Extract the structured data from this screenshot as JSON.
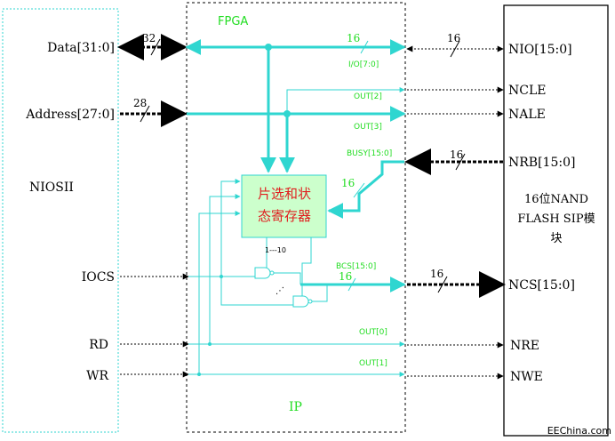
{
  "blocks": {
    "niosii": "NIOSII",
    "fpga": "FPGA",
    "ip": "IP",
    "register_line1": "片选和状",
    "register_line2": "态寄存器",
    "flash_line1": "16位NAND",
    "flash_line2": "FLASH SIP模",
    "flash_line3": "块"
  },
  "left_ports": {
    "data": "Data[31:0]",
    "address": "Address[27:0]",
    "iocs": "IOCS",
    "rd": "RD",
    "wr": "WR"
  },
  "right_ports": {
    "nio": "NIO[15:0]",
    "ncle": "NCLE",
    "nale": "NALE",
    "nrb": "NRB[15:0]",
    "ncs": "NCS[15:0]",
    "nre": "NRE",
    "nwe": "NWE"
  },
  "bus_widths": {
    "data_left": "32",
    "data_fpga": "16",
    "data_right": "16",
    "address": "28",
    "busy_fpga": "16",
    "busy_right": "16",
    "ncs_fpga": "16",
    "ncs_right": "16"
  },
  "signals": {
    "io": "I/O[7:0]",
    "out2": "OUT[2]",
    "out3": "OUT[3]",
    "busy": "BUSY[15:0]",
    "bcs": "BCS[15:0]",
    "out0": "OUT[0]",
    "out1": "OUT[1]",
    "range": "1---10",
    "dots": "⋰"
  },
  "watermark": "EEChina.com",
  "colors": {
    "cyan": "#2fd6d0",
    "green_text": "#22dd22",
    "register_fill": "#ccffcc",
    "register_text": "#e02020",
    "black": "#000000"
  }
}
